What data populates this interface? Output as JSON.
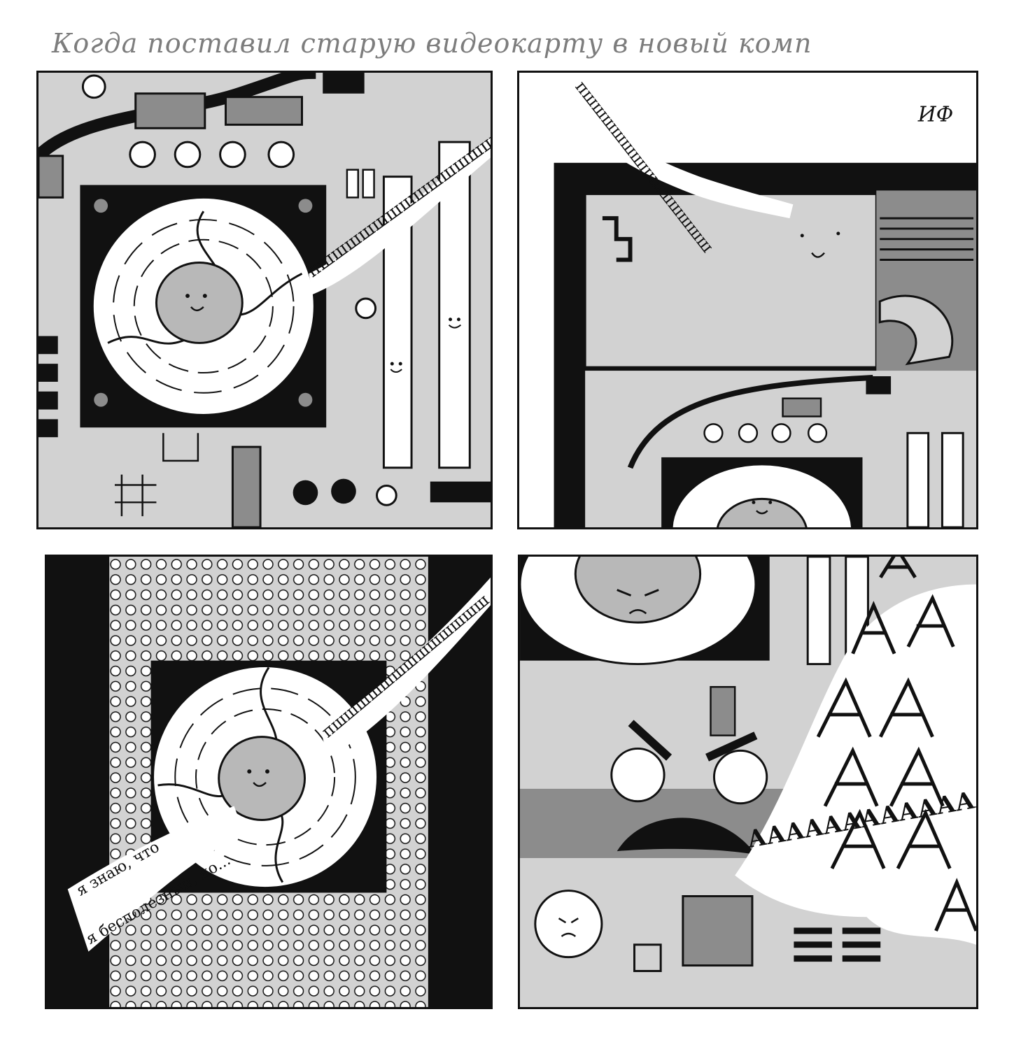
{
  "title": "Когда поставил старую видеокарту в новый комп",
  "panel1": {
    "sound": "пшшшшшшшшшшшшшш"
  },
  "panel2": {
    "sound": "пшшшшшшшшшшшшш",
    "signature": "ИФ"
  },
  "panel3": {
    "sound": "пшшшшшшшшшшшшш",
    "line1": "я знаю, что",
    "line2": "я бесполезный, но..."
  },
  "panel4": {
    "scream": "АААААААААААААААА"
  },
  "colors": {
    "ink": "#111111",
    "panel_gray": "#d2d2d2",
    "title_gray": "#7d7d7d",
    "dark_gray": "#8c8c8c"
  },
  "icons": [
    "fan-icon",
    "ram-slot-icon",
    "capacitor-icon",
    "cable-icon",
    "chip-icon"
  ]
}
